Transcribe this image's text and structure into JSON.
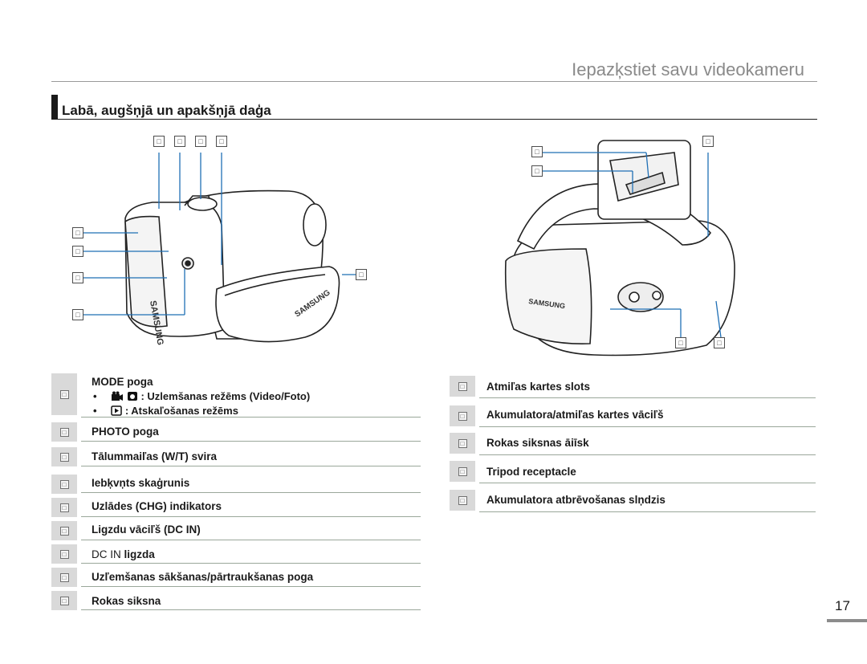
{
  "header": {
    "title": "Iepazķstiet savu videokameru"
  },
  "section": {
    "title": "Labā, augšņjā un apakšņjā daģa"
  },
  "callout_glyph": "□",
  "left_legend": [
    {
      "label": "MODE poga",
      "sub": [
        "Uzlemšanas režēms (Video/Foto)",
        "Atskaľošanas režēms"
      ]
    },
    {
      "label": "PHOTO poga"
    },
    {
      "label": "Tālummaiľas (W/T) svira"
    },
    {
      "label": "Iebķvņts skaģrunis"
    },
    {
      "label": "Uzlādes (CHG) indikators"
    },
    {
      "label": "Ligzdu vāciľš (DC IN)"
    },
    {
      "label_pre": "DC IN",
      "label_post": "ligzda"
    },
    {
      "label": "Uzľemšanas sākšanas/pārtraukšanas poga"
    },
    {
      "label": "Rokas siksna"
    }
  ],
  "right_legend": [
    {
      "label": "Atmiľas kartes slots"
    },
    {
      "label": "Akumulatora/atmiľas kartes vāciľš"
    },
    {
      "label": "Rokas siksnas āiīsk"
    },
    {
      "label": "Tripod receptacle"
    },
    {
      "label": "Akumulatora atbrēvošanas slņdzis"
    }
  ],
  "bullet_separator": ":",
  "bullet_mark": "•",
  "page_number": "17",
  "brand_text": "SAMSUNG",
  "colors": {
    "callout_line": "#1f6fb5",
    "legend_shade": "#d9d9d9",
    "rule": "#9aa79a"
  }
}
